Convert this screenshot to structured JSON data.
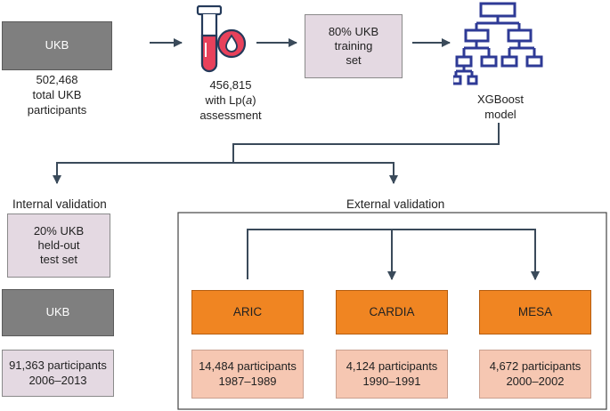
{
  "colors": {
    "gray_box": "#7f7f7f",
    "lilac_box": "#e4d9e2",
    "orange_box": "#f08522",
    "peach_box": "#f6c7b2",
    "connector": "#3a4a5a",
    "model_icon": "#2e3a96",
    "tube_red": "#e8415b",
    "tube_stroke": "#243a5a"
  },
  "icons": {
    "tube": "blood-sample-tube-icon",
    "tree": "decision-tree-icon"
  },
  "pipeline": {
    "ukb_box": "UKB",
    "ukb_caption": "502,468\ntotal UKB\nparticipants",
    "lpa_caption_count": "456,815",
    "lpa_caption_with": "with Lp(",
    "lpa_caption_italic": "a",
    "lpa_caption_close": ")",
    "lpa_caption_rest": "assessment",
    "training_box": "80% UKB\ntraining\nset",
    "model_caption": "XGBoost\nmodel"
  },
  "internal": {
    "title": "Internal validation",
    "heldout_box": "20% UKB\nheld-out\ntest set",
    "cohort_box": "UKB",
    "stats_box": "91,363 participants\n2006–2013"
  },
  "external": {
    "title": "External validation",
    "cohorts": [
      {
        "name": "ARIC",
        "stats": "14,484 participants\n1987–1989"
      },
      {
        "name": "CARDIA",
        "stats": "4,124 participants\n1990–1991"
      },
      {
        "name": "MESA",
        "stats": "4,672 participants\n2000–2002"
      }
    ]
  }
}
